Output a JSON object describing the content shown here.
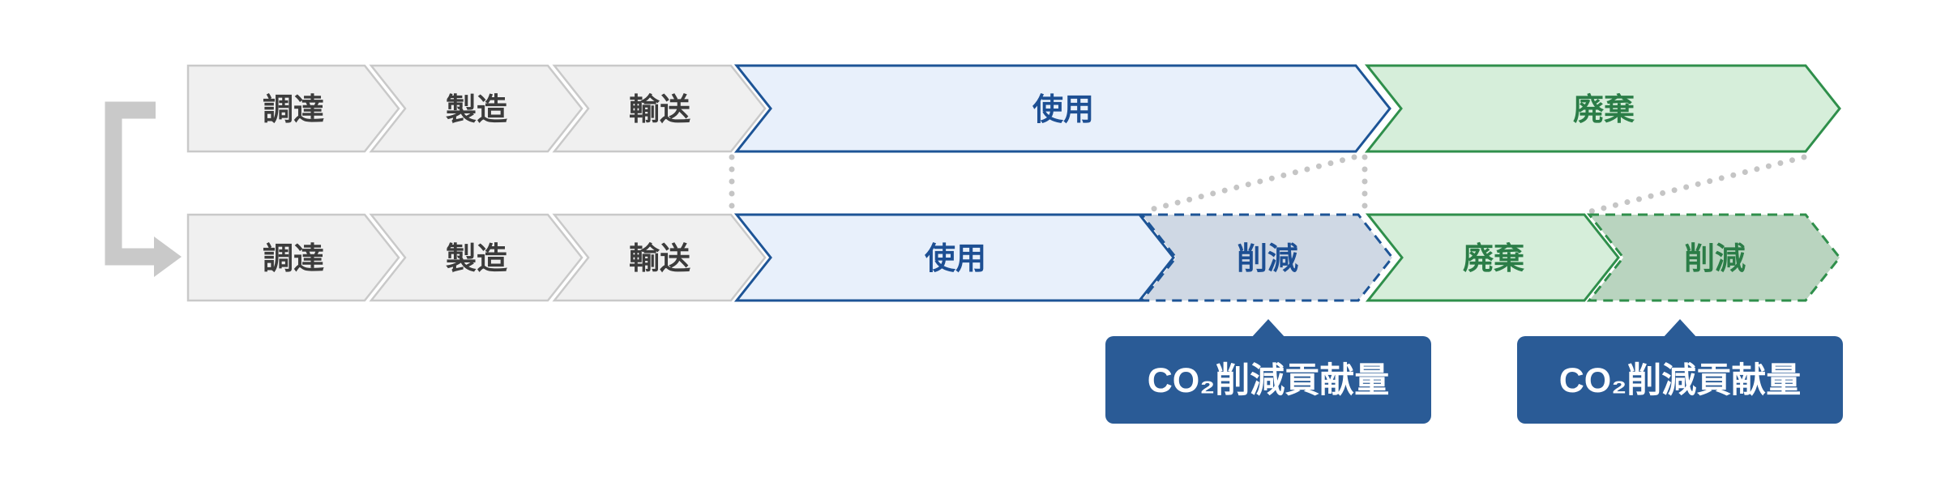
{
  "diagram": {
    "description_visible_text_only": true,
    "rows": [
      {
        "id": "baseline-lifecycle",
        "segments": [
          {
            "id": "procurement",
            "label": "調達",
            "style": "gray"
          },
          {
            "id": "manufacturing",
            "label": "製造",
            "style": "gray"
          },
          {
            "id": "transport",
            "label": "輸送",
            "style": "gray"
          },
          {
            "id": "use",
            "label": "使用",
            "style": "blue"
          },
          {
            "id": "disposal",
            "label": "廃棄",
            "style": "green"
          }
        ]
      },
      {
        "id": "improved-lifecycle",
        "segments": [
          {
            "id": "procurement",
            "label": "調達",
            "style": "gray"
          },
          {
            "id": "manufacturing",
            "label": "製造",
            "style": "gray"
          },
          {
            "id": "transport",
            "label": "輸送",
            "style": "gray"
          },
          {
            "id": "use",
            "label": "使用",
            "style": "blue"
          },
          {
            "id": "use-reduction",
            "label": "削減",
            "style": "blue-dashed"
          },
          {
            "id": "disposal",
            "label": "廃棄",
            "style": "green"
          },
          {
            "id": "disposal-reduction",
            "label": "削減",
            "style": "green-dashed"
          }
        ]
      }
    ],
    "callouts": [
      {
        "id": "co2-callout-use",
        "label": "CO₂削減貢献量"
      },
      {
        "id": "co2-callout-disposal",
        "label": "CO₂削減貢献量"
      }
    ],
    "colors": {
      "gray_fill": "#f0f0f0",
      "gray_border": "#c9c9c9",
      "gray_text": "#3c3c3c",
      "blue_fill": "#e8f0fb",
      "blue_border": "#1d5496",
      "blue_text": "#1d4f93",
      "blue_reduction_fill": "#cfd8e4",
      "green_fill": "#d6eeda",
      "green_border": "#2f8f4b",
      "green_text": "#2b7d47",
      "green_reduction_fill": "#b9d4bf",
      "callout_bg": "#2a5b96",
      "callout_text": "#ffffff",
      "connector_dots": "#c5c5c5",
      "loop_arrow": "#c9c9c9"
    }
  }
}
